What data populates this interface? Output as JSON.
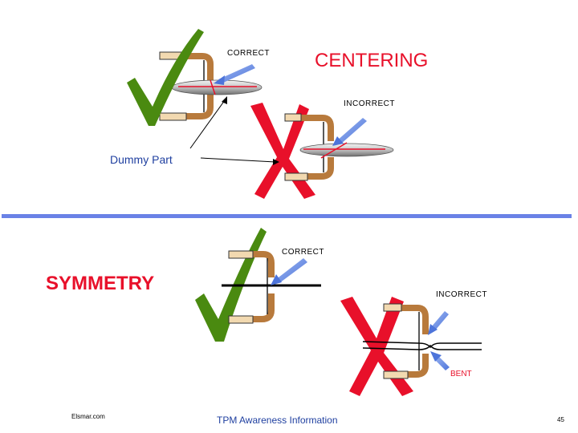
{
  "centering": {
    "title": "CENTERING",
    "correct_label": "CORRECT",
    "incorrect_label": "INCORRECT",
    "dummy_part_label": "Dummy Part"
  },
  "symmetry": {
    "title": "SYMMETRY",
    "correct_label": "CORRECT",
    "incorrect_label": "INCORRECT",
    "bent_label": "BENT"
  },
  "footer": {
    "source": "Elsmar.com",
    "caption": "TPM Awareness Information",
    "page_number": "45"
  },
  "icons": [
    "check-mark-icon",
    "x-mark-icon",
    "clamp-icon",
    "pointer-arrow-icon"
  ],
  "colors": {
    "check": "#4a8a10",
    "x_mark": "#e8102a",
    "title_red": "#e8102a",
    "divider": "#6a82e6",
    "clamp_brown": "#b87a3c",
    "clamp_tan": "#f2d9b0",
    "arrow_blue": "#6e92e6",
    "label_blue": "#2040a0"
  }
}
